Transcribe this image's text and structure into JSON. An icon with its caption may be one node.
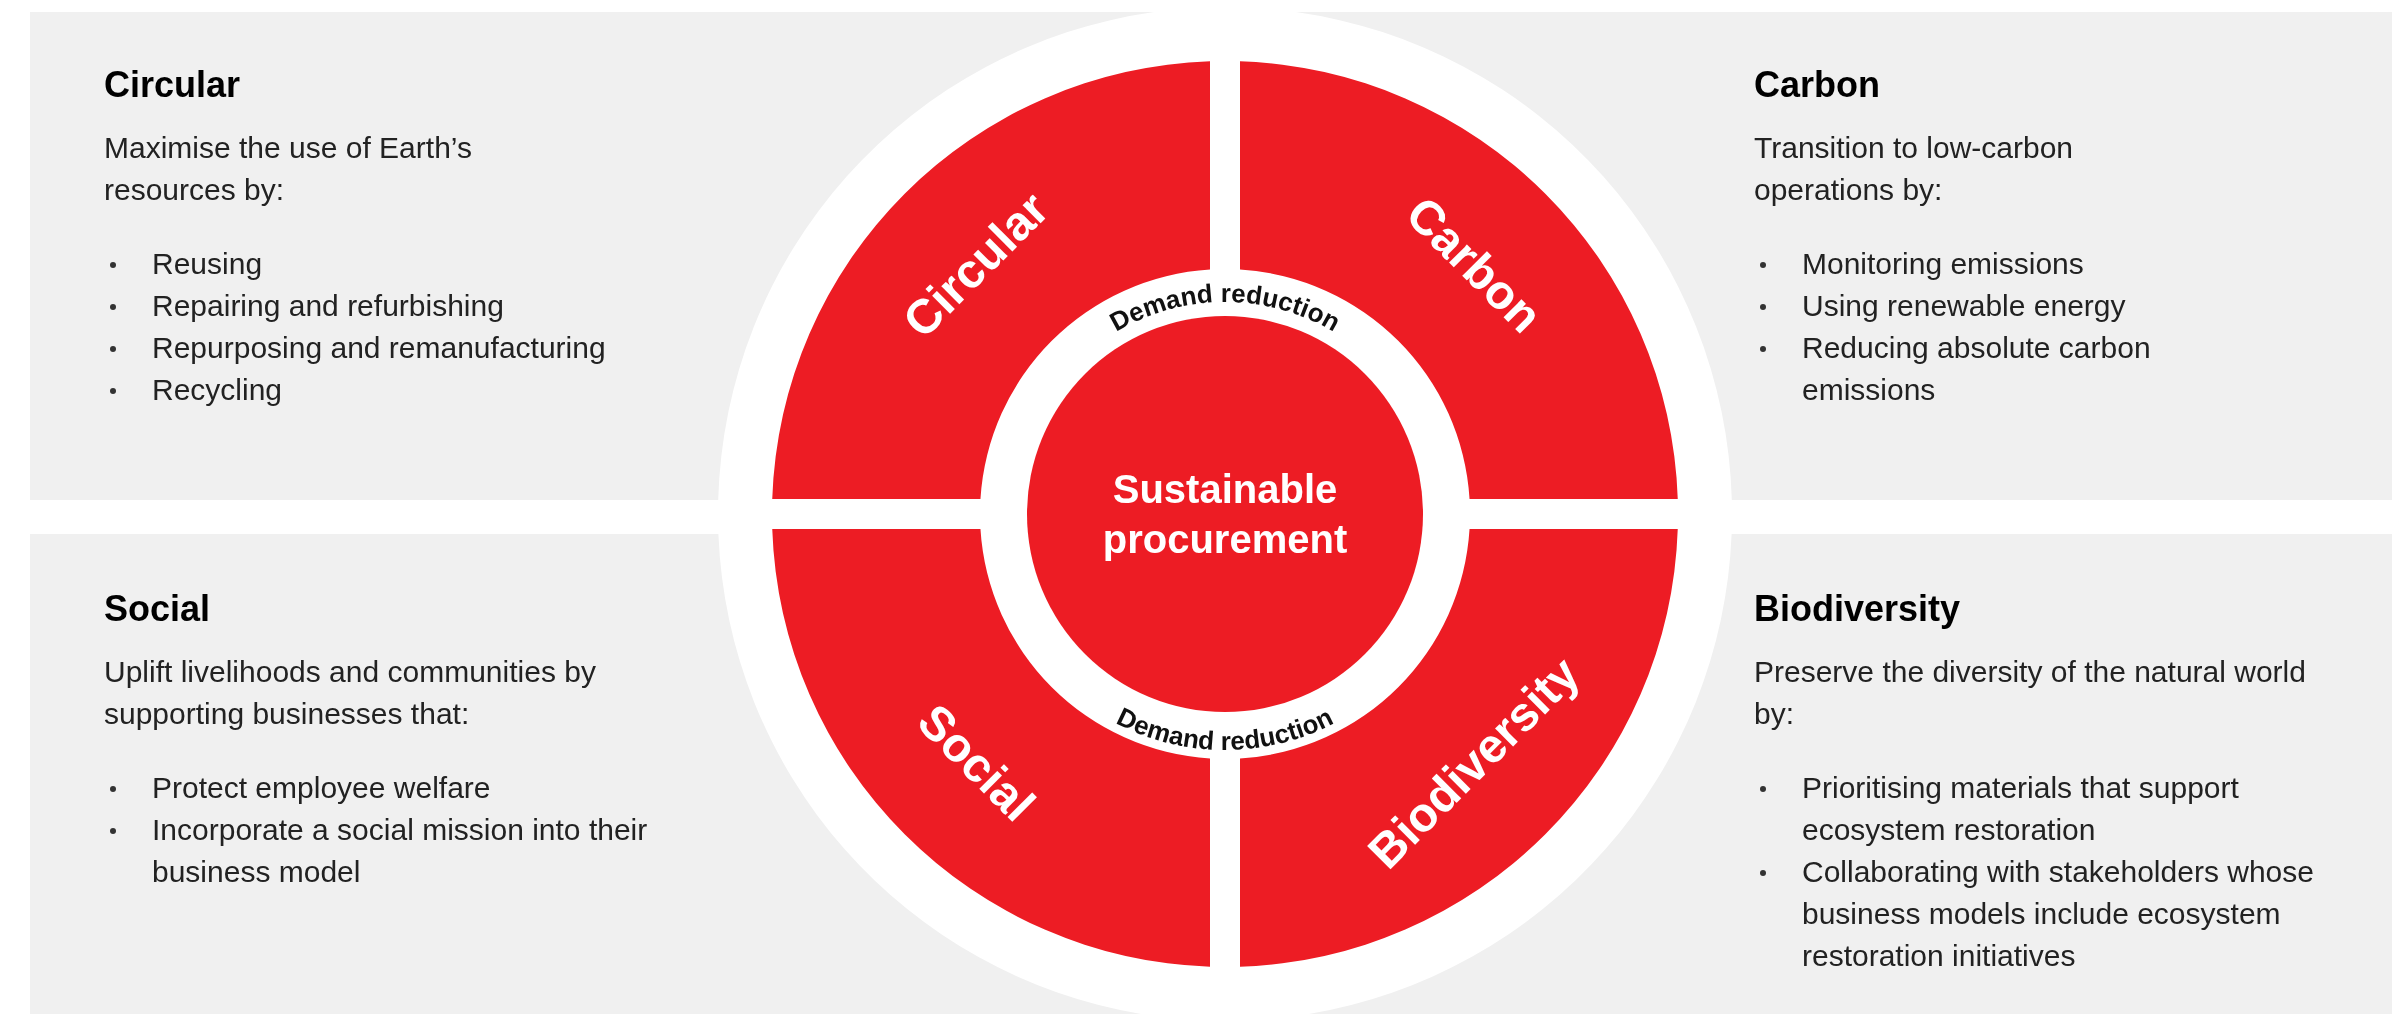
{
  "diagram": {
    "nodes": [
      {
        "text": [
          "Circular",
          "Maximise the use of Earth’s resources by:",
          "Reusing",
          "Repairing and refurbishing",
          "Repurposing and remanufacturing",
          "Recycling"
        ]
      },
      {
        "text": [
          "Carbon",
          "Transition to low-carbon operations by:",
          "Monitoring emissions",
          "Using renewable energy",
          "Reducing absolute carbon emissions"
        ]
      },
      {
        "text": [
          "Social",
          "Uplift livelihoods and communities by supporting businesses that:",
          "Protect employee welfare",
          "Incorporate a social mission into their business model"
        ]
      },
      {
        "text": [
          "Biodiversity",
          "Preserve the diversity of the natural world by:",
          "Prioritising materials that support ecosystem restoration",
          "Collaborating with stakeholders whose business models include ecosystem restoration initiatives"
        ]
      },
      {
        "text": [
          "Circular"
        ]
      },
      {
        "text": [
          "Carbon"
        ]
      },
      {
        "text": [
          "Social"
        ]
      },
      {
        "text": [
          "Biodiversity"
        ]
      },
      {
        "text": [
          "Sustainable procurement"
        ]
      }
    ],
    "edges": [],
    "labels": [
      "Demand reduction",
      "Demand reduction"
    ]
  }
}
